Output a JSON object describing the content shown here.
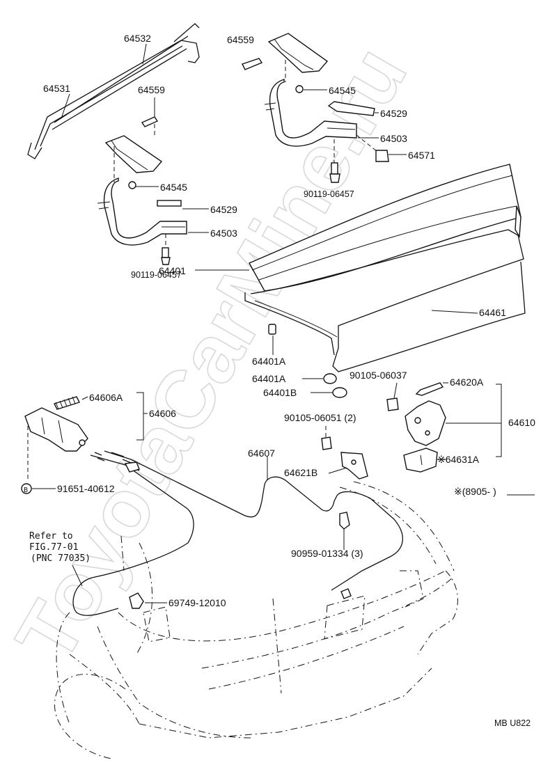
{
  "watermark": "ToyotaCarMine.ru",
  "figure_code": "MB U822",
  "callouts": {
    "p64532": "64532",
    "p64531": "64531",
    "p64559_left": "64559",
    "p64559_right": "64559",
    "p64545_left": "64545",
    "p64545_right": "64545",
    "p64529_left": "64529",
    "p64529_right": "64529",
    "p64503_left": "64503",
    "p64503_right": "64503",
    "p64571": "64571",
    "p90119_left": "90119-06457",
    "p90119_right": "90119-06457",
    "p64401": "64401",
    "p64461": "64461",
    "p64401A_top": "64401A",
    "p64401A": "64401A",
    "p64401B": "64401B",
    "p90105_06037": "90105-06037",
    "p64620A": "64620A",
    "p64610": "64610",
    "p90105_06051": "90105-06051 (2)",
    "p64621B": "64621B",
    "p64631A": "※64631A",
    "p64606A": "64606A",
    "p64606": "64606",
    "p64607": "64607",
    "p91651": "91651-40612",
    "p91651_marker": "B",
    "p90959": "90959-01334 (3)",
    "p69749": "69749-12010",
    "note_8905": "※(8905-       )"
  },
  "reference_note": {
    "line1": "Refer to",
    "line2": "FIG.77-01",
    "line3": "(PNC 77035)"
  }
}
